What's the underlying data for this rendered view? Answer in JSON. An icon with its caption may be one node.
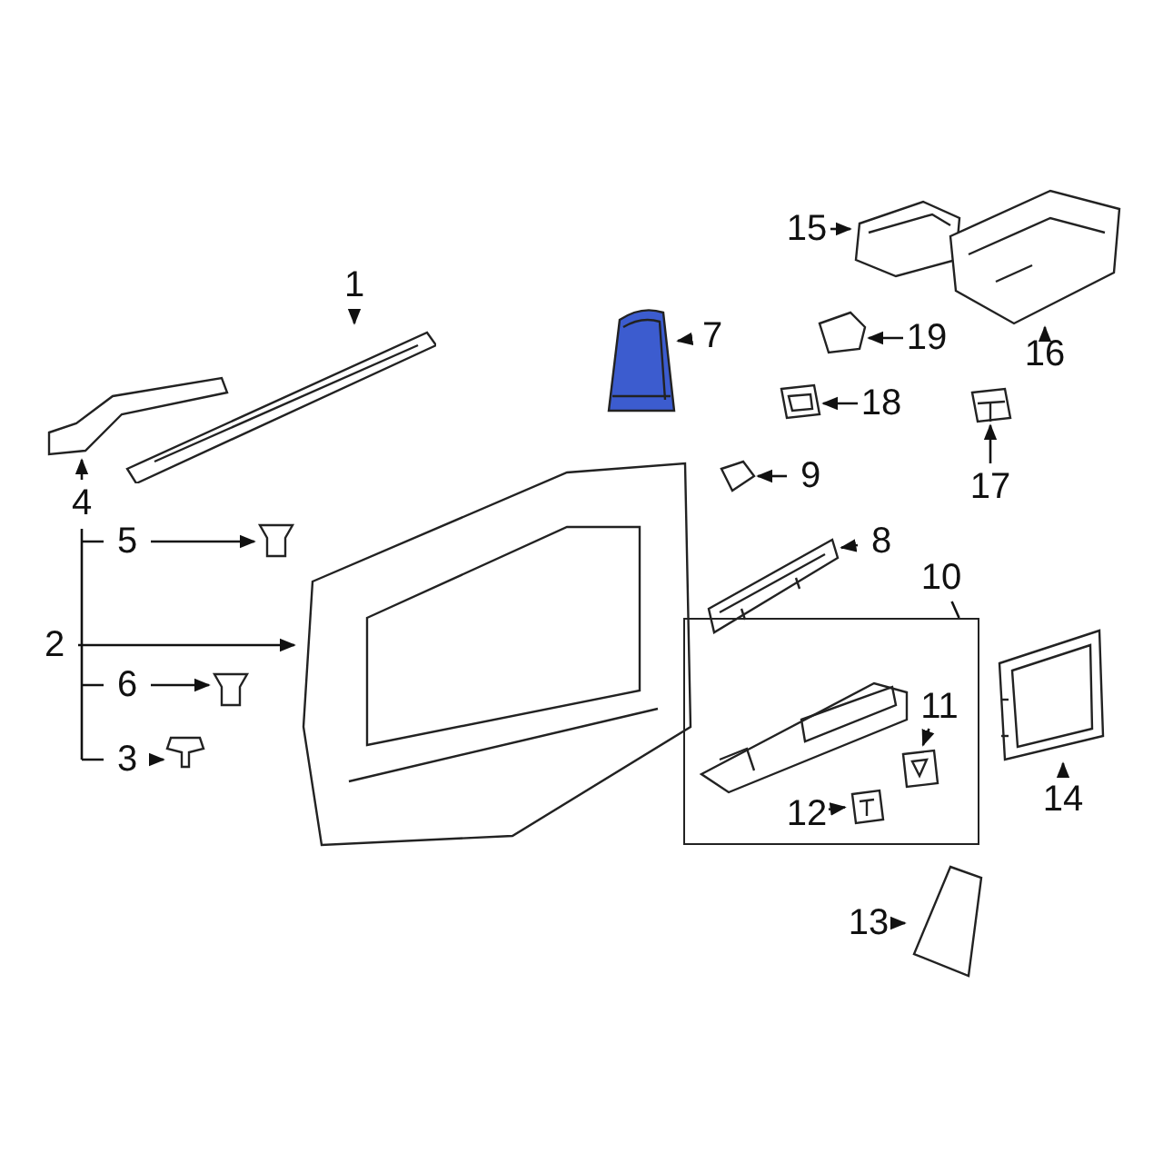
{
  "diagram": {
    "nodes": [
      {
        "text": [
          "1"
        ]
      },
      {
        "text": [],
        "shape": "picture"
      },
      {
        "text": [
          "7"
        ]
      },
      {
        "text": [],
        "shape": "picture"
      },
      {
        "text": [
          "15"
        ]
      },
      {
        "text": [],
        "shape": "picture"
      },
      {
        "text": [
          "16"
        ]
      },
      {
        "text": [],
        "shape": "picture"
      },
      {
        "text": [
          "19"
        ]
      },
      {
        "text": [],
        "shape": "picture"
      },
      {
        "text": [
          "18"
        ]
      },
      {
        "text": [],
        "shape": "picture"
      },
      {
        "text": [
          "17"
        ]
      },
      {
        "text": [],
        "shape": "picture"
      },
      {
        "text": [
          "4"
        ]
      },
      {
        "text": [],
        "shape": "picture"
      },
      {
        "text": [
          "5"
        ]
      },
      {
        "text": [],
        "shape": "picture"
      },
      {
        "text": [
          "9"
        ]
      },
      {
        "text": [],
        "shape": "picture"
      },
      {
        "text": [
          "8"
        ]
      },
      {
        "text": [],
        "shape": "picture"
      },
      {
        "text": [
          "2"
        ]
      },
      {
        "text": [],
        "shape": "picture"
      },
      {
        "text": [
          "10"
        ]
      },
      {
        "text": [],
        "shape": "box"
      },
      {
        "text": [
          "6"
        ]
      },
      {
        "text": [],
        "shape": "picture"
      },
      {
        "text": [
          "11"
        ],
        "in": 25
      },
      {
        "text": [],
        "shape": "picture",
        "in": 25
      },
      {
        "text": [
          "3"
        ]
      },
      {
        "text": [],
        "shape": "picture"
      },
      {
        "text": [
          "12"
        ],
        "in": 25
      },
      {
        "text": [],
        "shape": "picture",
        "in": 25
      },
      {
        "text": [
          "14"
        ]
      },
      {
        "text": [],
        "shape": "picture"
      },
      {
        "text": [
          "13"
        ]
      },
      {
        "text": [],
        "shape": "picture"
      }
    ],
    "edges": [
      {
        "from": 0,
        "to": 1,
        "arrow": "to"
      },
      {
        "from": 2,
        "to": 3,
        "arrow": "to"
      },
      {
        "from": 4,
        "to": 5,
        "arrow": "to"
      },
      {
        "from": 6,
        "to": 7,
        "arrow": "to"
      },
      {
        "from": 8,
        "to": 9,
        "arrow": "to"
      },
      {
        "from": 10,
        "to": 11,
        "arrow": "to"
      },
      {
        "from": 12,
        "to": 13,
        "arrow": "to"
      },
      {
        "from": 14,
        "to": 15,
        "arrow": "to"
      },
      {
        "from": 16,
        "to": 17,
        "arrow": "to"
      },
      {
        "from": 18,
        "to": 19,
        "arrow": "to"
      },
      {
        "from": 20,
        "to": 21,
        "arrow": "to"
      },
      {
        "from": 22,
        "to": 23,
        "arrow": "to"
      },
      {
        "from": 24,
        "to": 25,
        "arrow": "none"
      },
      {
        "from": 26,
        "to": 27,
        "arrow": "to"
      },
      {
        "from": 28,
        "to": 29,
        "arrow": "to"
      },
      {
        "from": 30,
        "to": 31,
        "arrow": "to"
      },
      {
        "from": 32,
        "to": 33,
        "arrow": "to"
      },
      {
        "from": 34,
        "to": 35,
        "arrow": "to"
      },
      {
        "from": 36,
        "to": 37,
        "arrow": "to"
      }
    ]
  }
}
